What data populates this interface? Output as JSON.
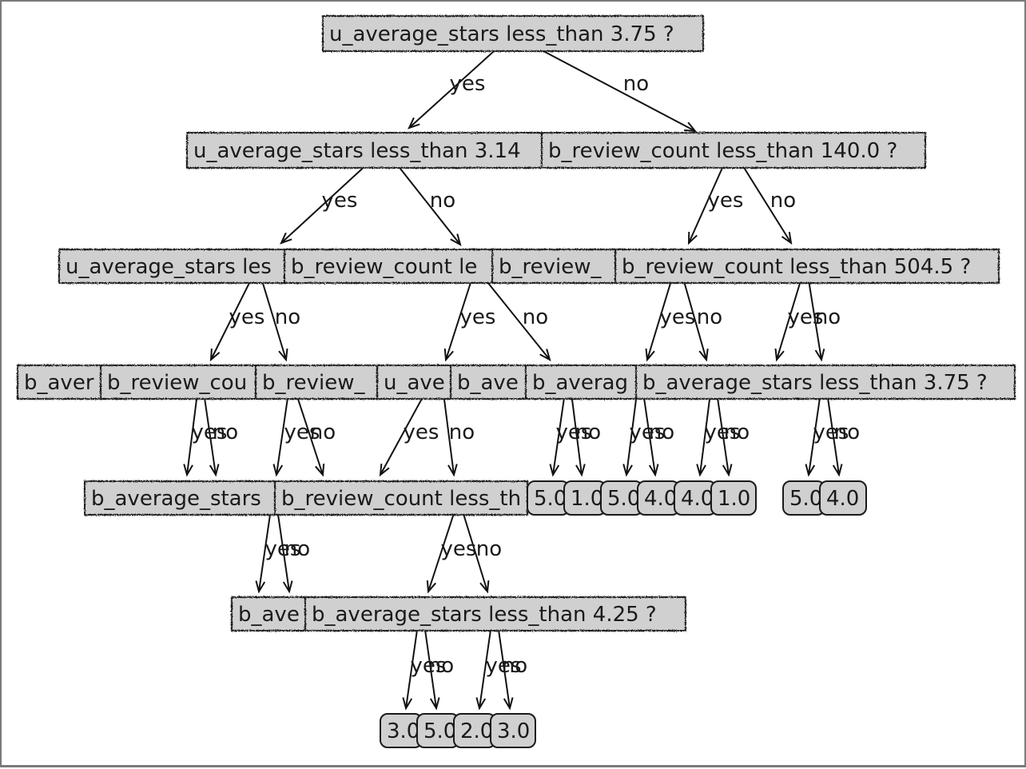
{
  "tree": {
    "nodes": [
      {
        "id": "n0",
        "kind": "split",
        "text": "u_average_stars less_than 3.75 ?"
      },
      {
        "id": "n1",
        "kind": "split",
        "text": "u_average_stars less_than 3.14"
      },
      {
        "id": "n2",
        "kind": "split",
        "text": "b_review_count less_than 140.0 ?"
      },
      {
        "id": "n3",
        "kind": "split",
        "text": "u_average_stars les"
      },
      {
        "id": "n4",
        "kind": "split",
        "text": "b_review_count le"
      },
      {
        "id": "n5",
        "kind": "split",
        "text": "b_review_"
      },
      {
        "id": "n6",
        "kind": "split",
        "text": "b_review_count less_than 504.5 ?"
      },
      {
        "id": "n7",
        "kind": "split",
        "text": "b_aver"
      },
      {
        "id": "n8",
        "kind": "split",
        "text": "b_review_cou"
      },
      {
        "id": "n9",
        "kind": "split",
        "text": "b_review_"
      },
      {
        "id": "n10",
        "kind": "split",
        "text": "u_ave"
      },
      {
        "id": "n11",
        "kind": "split",
        "text": "b_ave"
      },
      {
        "id": "n12",
        "kind": "split",
        "text": "b_averag"
      },
      {
        "id": "n13",
        "kind": "split",
        "text": "b_average_stars less_than 3.75 ?"
      },
      {
        "id": "n14",
        "kind": "split",
        "text": "b_average_stars"
      },
      {
        "id": "n15",
        "kind": "split",
        "text": "b_review_count less_th"
      },
      {
        "id": "n16",
        "kind": "leaf",
        "text": "5.0"
      },
      {
        "id": "n17",
        "kind": "leaf",
        "text": "1.0"
      },
      {
        "id": "n18",
        "kind": "leaf",
        "text": "5.0"
      },
      {
        "id": "n19",
        "kind": "leaf",
        "text": "4.0"
      },
      {
        "id": "n20",
        "kind": "leaf",
        "text": "4.0"
      },
      {
        "id": "n21",
        "kind": "leaf",
        "text": "1.0"
      },
      {
        "id": "n22",
        "kind": "leaf",
        "text": "5.0"
      },
      {
        "id": "n23",
        "kind": "leaf",
        "text": "4.0"
      },
      {
        "id": "n24",
        "kind": "split",
        "text": "b_ave"
      },
      {
        "id": "n25",
        "kind": "split",
        "text": "b_average_stars less_than 4.25 ?"
      },
      {
        "id": "n26",
        "kind": "leaf",
        "text": "3.0"
      },
      {
        "id": "n27",
        "kind": "leaf",
        "text": "5.0"
      },
      {
        "id": "n28",
        "kind": "leaf",
        "text": "2.0"
      },
      {
        "id": "n29",
        "kind": "leaf",
        "text": "3.0"
      }
    ],
    "edges": [
      {
        "from": "n0",
        "to": "n1",
        "label": "yes"
      },
      {
        "from": "n0",
        "to": "n2",
        "label": "no"
      },
      {
        "from": "n1",
        "to": "n3",
        "label": "yes"
      },
      {
        "from": "n1",
        "to": "n4",
        "label": "no"
      },
      {
        "from": "n2",
        "to": "n5",
        "label": "yes"
      },
      {
        "from": "n2",
        "to": "n6",
        "label": "no"
      },
      {
        "from": "n3",
        "to": "n7",
        "label": "yes"
      },
      {
        "from": "n3",
        "to": "n8",
        "label": "no"
      },
      {
        "from": "n4",
        "to": "n10",
        "label": "yes"
      },
      {
        "from": "n4",
        "to": "n12",
        "label": "no"
      },
      {
        "from": "n5",
        "to": "n18",
        "label": "yes"
      },
      {
        "from": "n5",
        "to": "n19",
        "label": "no"
      },
      {
        "from": "n6",
        "to": "n20",
        "label": "yes"
      },
      {
        "from": "n6",
        "to": "n21",
        "label": "no"
      },
      {
        "from": "n8",
        "to": "n14",
        "label": "yes"
      },
      {
        "from": "n8",
        "to": "n14",
        "label": "no"
      },
      {
        "from": "n9",
        "to": "n14",
        "label": "yes"
      },
      {
        "from": "n9",
        "to": "n15",
        "label": "no"
      },
      {
        "from": "n11",
        "to": "n15",
        "label": "yes"
      },
      {
        "from": "n11",
        "to": "n15",
        "label": "no"
      },
      {
        "from": "n12",
        "to": "n16",
        "label": "yes"
      },
      {
        "from": "n12",
        "to": "n17",
        "label": "no"
      },
      {
        "from": "n13",
        "to": "n22",
        "label": "yes"
      },
      {
        "from": "n13",
        "to": "n23",
        "label": "no"
      },
      {
        "from": "n14",
        "to": "n24",
        "label": "yes"
      },
      {
        "from": "n14",
        "to": "n25",
        "label": "no"
      },
      {
        "from": "n15",
        "to": "n25",
        "label": "yes"
      },
      {
        "from": "n15",
        "to": "n25",
        "label": "no"
      },
      {
        "from": "n24",
        "to": "n26",
        "label": "yes"
      },
      {
        "from": "n24",
        "to": "n27",
        "label": "no"
      },
      {
        "from": "n25",
        "to": "n28",
        "label": "yes"
      },
      {
        "from": "n25",
        "to": "n29",
        "label": "no"
      }
    ]
  }
}
